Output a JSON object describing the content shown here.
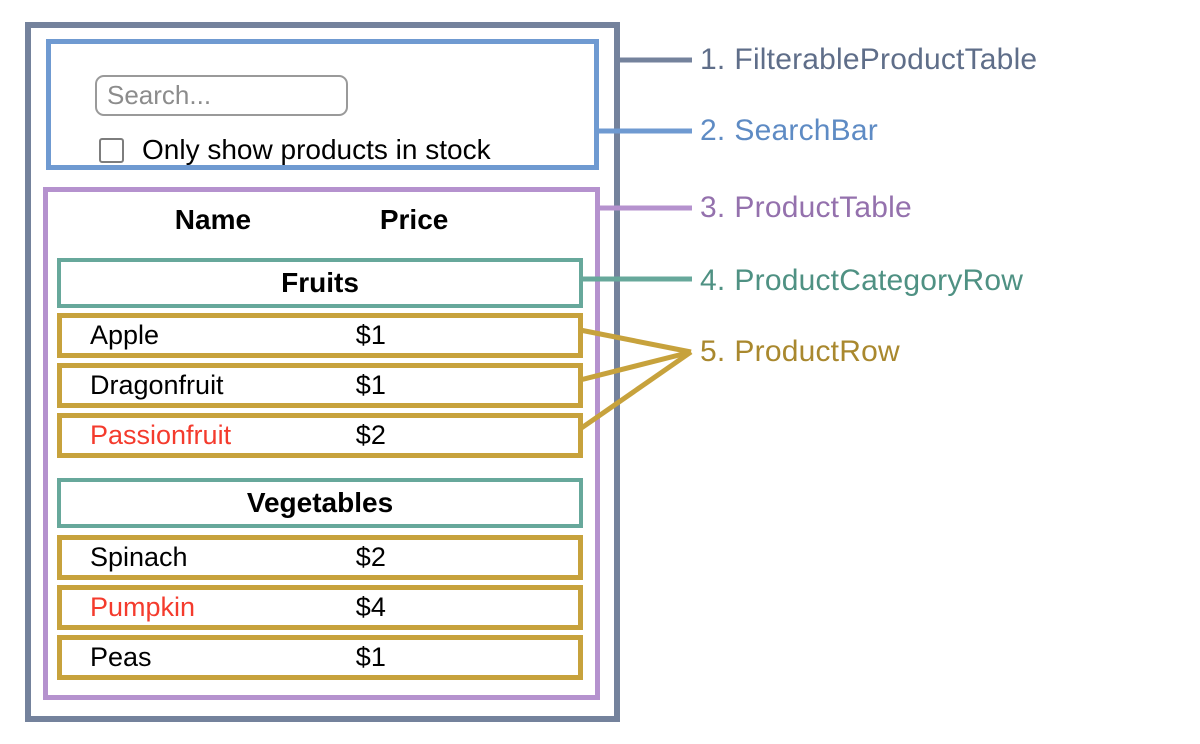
{
  "search_bar": {
    "placeholder": "Search...",
    "checkbox_label": "Only show products in stock",
    "checkbox_checked": false
  },
  "table": {
    "headers": [
      "Name",
      "Price"
    ],
    "sections": [
      {
        "category": "Fruits",
        "rows": [
          {
            "name": "Apple",
            "price": "$1",
            "out_of_stock": false
          },
          {
            "name": "Dragonfruit",
            "price": "$1",
            "out_of_stock": false
          },
          {
            "name": "Passionfruit",
            "price": "$2",
            "out_of_stock": true
          }
        ]
      },
      {
        "category": "Vegetables",
        "rows": [
          {
            "name": "Spinach",
            "price": "$2",
            "out_of_stock": false
          },
          {
            "name": "Pumpkin",
            "price": "$4",
            "out_of_stock": true
          },
          {
            "name": "Peas",
            "price": "$1",
            "out_of_stock": false
          }
        ]
      }
    ]
  },
  "legend": {
    "labels": [
      {
        "number": "1.",
        "name": "FilterableProductTable"
      },
      {
        "number": "2.",
        "name": "SearchBar"
      },
      {
        "number": "3.",
        "name": "ProductTable"
      },
      {
        "number": "4.",
        "name": "ProductCategoryRow"
      },
      {
        "number": "5.",
        "name": "ProductRow"
      }
    ]
  },
  "colors": {
    "slate_border": "#74829c",
    "slate_text": "#5f6e89",
    "blue_border": "#6f9ad1",
    "blue_text": "#5e8bc4",
    "purple_border": "#b592ce",
    "purple_text": "#9471ad",
    "teal_border": "#67a89b",
    "teal_text": "#4f9183",
    "gold_border": "#c7a23c",
    "gold_text": "#a9882e",
    "red": "#f43b2d",
    "input_border": "#9a9a9a",
    "placeholder": "#8c8c8c",
    "checkbox_border": "#7d7d7d"
  }
}
